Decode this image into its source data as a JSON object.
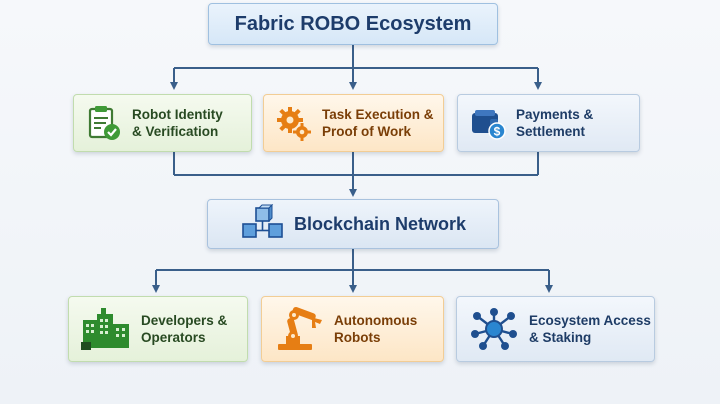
{
  "title": "Fabric ROBO Ecosystem",
  "top_row": [
    {
      "label_1": "Robot Identity",
      "label_2": "& Verification",
      "icon": "clipboard-check-icon",
      "color": "#3f9a37"
    },
    {
      "label_1": "Task Execution &",
      "label_2": "Proof of Work",
      "icon": "gears-icon",
      "color": "#e67e14"
    },
    {
      "label_1": "Payments &",
      "label_2": "Settlement",
      "icon": "wallet-dollar-icon",
      "color": "#1f5fa8"
    }
  ],
  "middle": {
    "label": "Blockchain Network",
    "icon": "blockchain-cubes-icon",
    "color": "#2a6fc0"
  },
  "bottom_row": [
    {
      "label_1": "Developers &",
      "label_2": "Operators",
      "icon": "factory-icon",
      "color": "#2e8b2e"
    },
    {
      "label_1": "Autonomous",
      "label_2": "Robots",
      "icon": "robot-arm-icon",
      "color": "#e67e14"
    },
    {
      "label_1": "Ecosystem Access",
      "label_2": "& Staking",
      "icon": "network-hub-icon",
      "color": "#1f4f8f"
    }
  ],
  "connector_color": "#3a5f8a"
}
